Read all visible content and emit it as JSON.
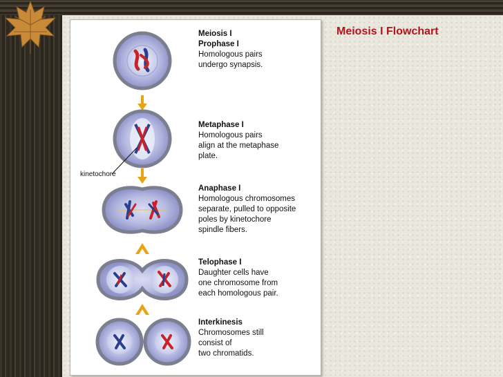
{
  "slide": {
    "title": "Meiosis I Flowchart"
  },
  "figure": {
    "heading": "Meiosis I",
    "kinetochore_label": "kinetochore",
    "stages": [
      {
        "name": "Prophase I",
        "lines": [
          "Homologous pairs",
          "undergo synapsis."
        ]
      },
      {
        "name": "Metaphase I",
        "lines": [
          "Homologous pairs",
          "align at the metaphase",
          "plate."
        ]
      },
      {
        "name": "Anaphase I",
        "lines": [
          "Homologous chromosomes",
          "separate, pulled to opposite",
          "poles by kinetochore",
          "spindle fibers."
        ]
      },
      {
        "name": "Telophase I",
        "lines": [
          "Daughter cells have",
          "one chromosome from",
          "each homologous pair."
        ]
      },
      {
        "name": "Interkinesis",
        "lines": [
          "Chromosomes still",
          "consist of",
          "two chromatids."
        ]
      }
    ]
  },
  "colors": {
    "title_red": "#b3141a",
    "arrow": "#e8a317",
    "chrom_red": "#c8232b",
    "chrom_blue": "#2a3f8f"
  }
}
